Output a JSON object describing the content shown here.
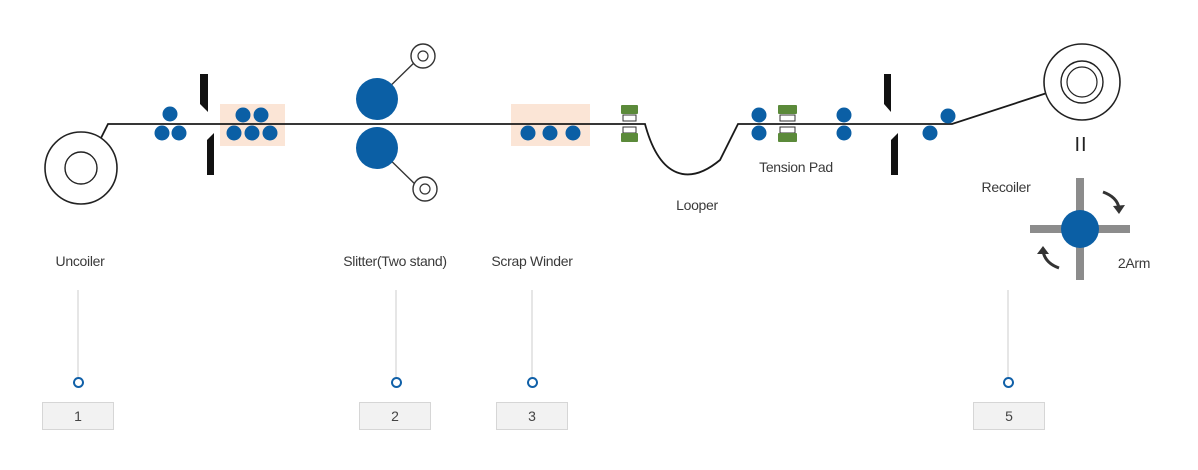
{
  "stations": {
    "uncoiler": "Uncoiler",
    "slitter": "Slitter(Two stand)",
    "scrap_winder": "Scrap Winder",
    "looper": "Looper",
    "tension_pad": "Tension Pad",
    "recoiler": "Recoiler",
    "recoiler_arms": "2Arm",
    "recoiler_separator": "II"
  },
  "markers": {
    "uncoiler_number": "1",
    "slitter_number": "2",
    "scrap_winder_number": "3",
    "recoiler_number": "5"
  },
  "colors": {
    "roller": "#0b5fa5",
    "pad": "#5b8a3a",
    "highlight": "#fbe5d6",
    "line": "#1a1a1a",
    "leader": "#cccccc",
    "cross_arm": "#8c8c8c"
  },
  "icons": {
    "rotate_cw": "curved-arrow-cw-icon",
    "rotate_ccw": "curved-arrow-ccw-icon"
  }
}
